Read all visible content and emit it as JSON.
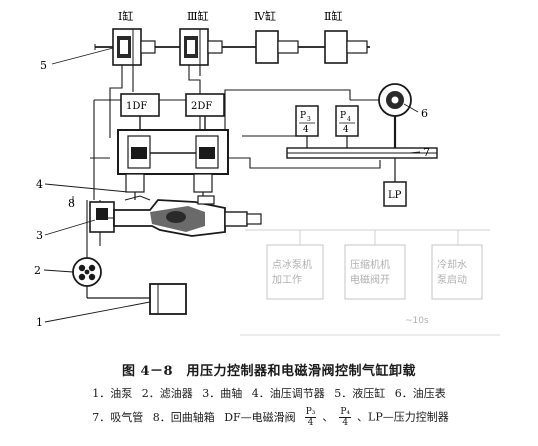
{
  "cylinders": {
    "c1": "Ⅰ缸",
    "c3": "Ⅲ缸",
    "c4": "Ⅳ缸",
    "c2": "Ⅱ缸"
  },
  "valves": {
    "df1": "1DF",
    "df2": "2DF"
  },
  "regulators": {
    "p3_num": "P",
    "p3_sub": "3",
    "p3_den": "4",
    "p4_num": "P",
    "p4_sub": "4",
    "p4_den": "4"
  },
  "lp": "LP",
  "callouts": [
    "1",
    "2",
    "3",
    "4",
    "5",
    "6",
    "7",
    "8"
  ],
  "caption": {
    "title": "图 4－8　用压力控制器和电磁滑阀控制气缸卸载",
    "legend_row1": [
      "1．油泵",
      "2．滤油器",
      "3．曲轴",
      "4．油压调节器",
      "5．液压缸",
      "6．油压表"
    ],
    "legend_row2_a": "7．吸气管",
    "legend_row2_b": "8．回曲轴箱",
    "legend_row2_c": "DF—电磁滑阀",
    "frac1_num": "P₃",
    "frac1_den": "4",
    "sep": "、",
    "frac2_num": "P₄",
    "frac2_den": "4",
    "legend_row2_d": "、LP—压力控制器"
  },
  "background_text": {
    "t1": "点冰泵机",
    "t2": "压缩机机",
    "t3": "冷却水",
    "t4": "加工作",
    "t5": "电磁阀开",
    "t6": "泵启动",
    "t7": "~10s"
  },
  "colors": {
    "ink": "#1a1a1a",
    "ghost": "#b0b0b0"
  }
}
